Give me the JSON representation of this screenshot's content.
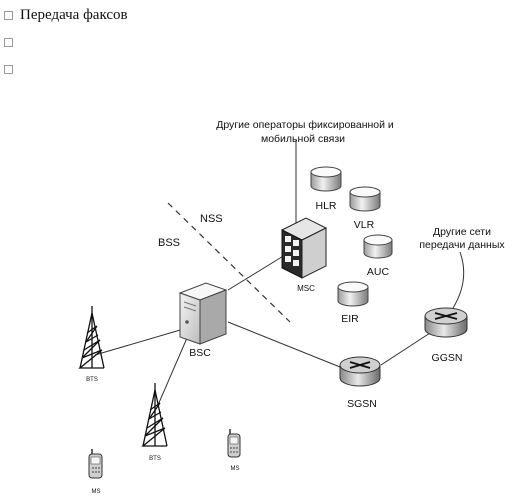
{
  "bullets": [
    {
      "text": "Передача факсов"
    },
    {
      "text": ""
    },
    {
      "text": ""
    }
  ],
  "diagram": {
    "fixed_mobile_operators_line1": "Другие операторы фиксированной и",
    "fixed_mobile_operators_line2": "мобильной связи",
    "other_data_networks_line1": "Другие сети",
    "other_data_networks_line2": "передачи данных",
    "nss": "NSS",
    "bss": "BSS",
    "msc": "MSC",
    "hlr": "HLR",
    "vlr": "VLR",
    "auc": "AUC",
    "eir": "EIR",
    "bsc": "BSC",
    "sgsn": "SGSN",
    "ggsn": "GGSN",
    "bts_left": "BTS",
    "bts_center": "BTS",
    "ms_left": "MS",
    "ms_right": "MS"
  }
}
